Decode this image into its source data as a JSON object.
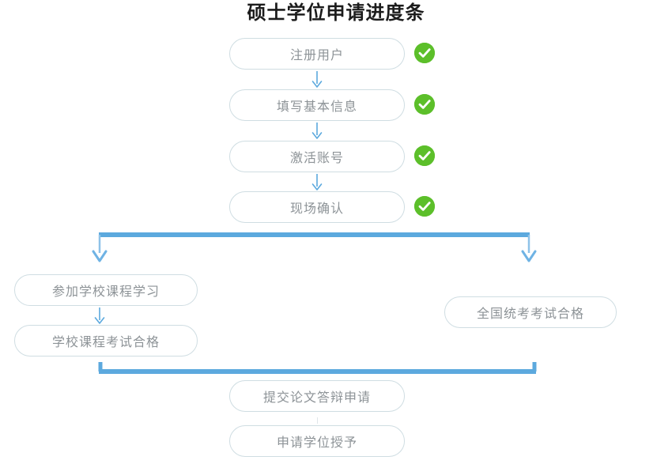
{
  "page": {
    "title": "硕士学位申请进度条",
    "accent_line_color": "#5ca9de",
    "node_border_color": "#cfdde2",
    "node_text_color": "#8d9397",
    "check_color": "#5cbf2a",
    "background": "#ffffff"
  },
  "flow": {
    "main_steps": [
      {
        "label": "注册用户",
        "status": "completed",
        "status_icon": "check-circle-icon"
      },
      {
        "label": "填写基本信息",
        "status": "completed",
        "status_icon": "check-circle-icon"
      },
      {
        "label": "激活账号",
        "status": "completed",
        "status_icon": "check-circle-icon"
      },
      {
        "label": "现场确认",
        "status": "completed",
        "status_icon": "check-circle-icon"
      }
    ],
    "left_branch": [
      {
        "label": "参加学校课程学习"
      },
      {
        "label": "学校课程考试合格"
      }
    ],
    "right_branch": [
      {
        "label": "全国统考考试合格"
      }
    ],
    "final_steps": [
      {
        "label": "提交论文答辩申请"
      },
      {
        "label": "申请学位授予"
      }
    ]
  }
}
